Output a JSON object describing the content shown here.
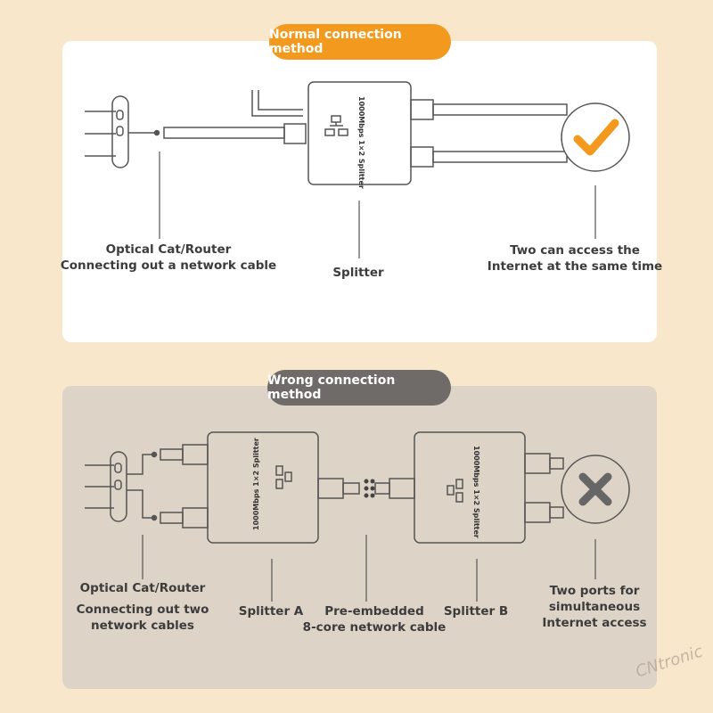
{
  "normal": {
    "title": "Normal connection method",
    "router_label": [
      "Optical Cat/Router",
      "Connecting out a network cable"
    ],
    "splitter_label": "Splitter",
    "result_label": [
      "Two can access the",
      "Internet  at the same time"
    ],
    "device_text": "1000Mbps 1×2 Splitter",
    "result_icon": "check-icon",
    "accent_color": "#f39a1e"
  },
  "wrong": {
    "title": "Wrong connection method",
    "router_label": [
      "Optical Cat/Router",
      "Connecting out two",
      "network cables"
    ],
    "splitter_a_label": "Splitter A",
    "cable_label": [
      "Pre-embedded",
      "8-core network cable"
    ],
    "splitter_b_label": "Splitter B",
    "result_label": [
      "Two ports for",
      "simultaneous",
      "Internet access"
    ],
    "device_text": "1000Mbps 1×2 Splitter",
    "result_icon": "cross-icon"
  },
  "watermark": "CNtronic"
}
